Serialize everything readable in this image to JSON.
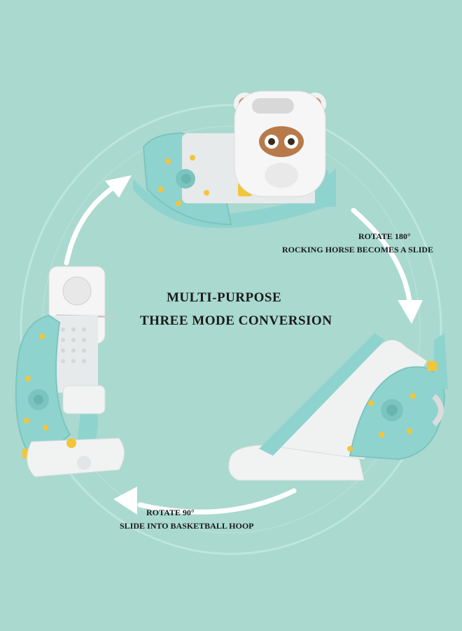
{
  "headline": {
    "line1": "MULTI-PURPOSE",
    "line2": "THREE MODE CONVERSION"
  },
  "captions": {
    "top_right": {
      "line1": "ROTATE 180°",
      "line2": "ROCKING HORSE BECOMES A SLIDE"
    },
    "bottom_left": {
      "line1": "ROTATE 90°",
      "line2": "SLIDE INTO BASKETBALL HOOP"
    }
  },
  "colors": {
    "background": "#a9d9cf",
    "toy_teal": "#8fd3cf",
    "toy_white": "#eef0f0",
    "accent_yellow": "#f3c53a",
    "bear_brown": "#b87a4b"
  },
  "icons": [
    "arrow-clockwise-icon",
    "bear-face-icon"
  ]
}
